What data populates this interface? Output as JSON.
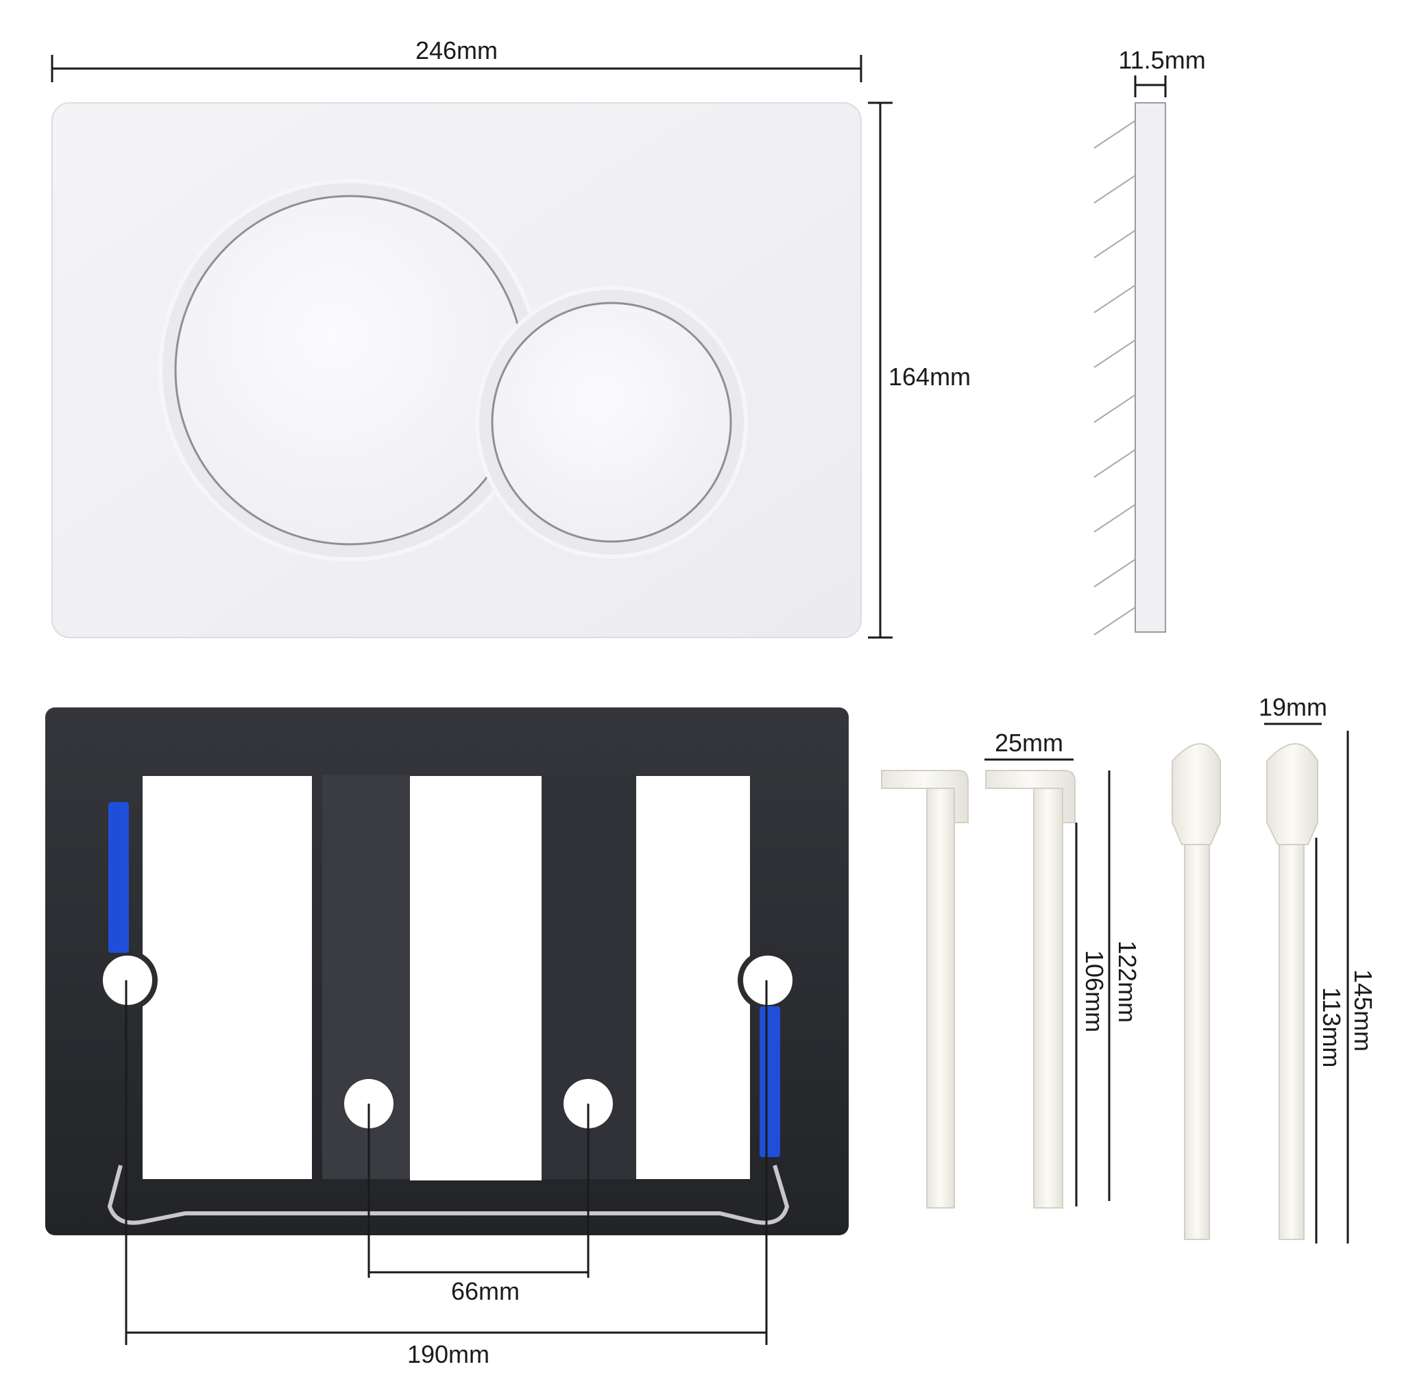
{
  "flush_plate": {
    "width_label": "246mm",
    "height_label": "164mm",
    "thickness_label": "11.5mm",
    "plate_color": "#f1f1f4",
    "button_color": "#f7f7f9"
  },
  "mounting_frame": {
    "hole_spacing_inner_label": "66mm",
    "hole_spacing_outer_label": "190mm",
    "frame_color": "#2b2d31",
    "clip_color": "#1f4fd8"
  },
  "rods": {
    "l_rod_head_width_label": "25mm",
    "l_rod_total_length_label": "122mm",
    "l_rod_shaft_length_label": "106mm",
    "round_rod_head_width_label": "19mm",
    "round_rod_total_length_label": "145mm",
    "round_rod_shaft_length_label": "113mm",
    "rod_color": "#f3f1ea"
  }
}
